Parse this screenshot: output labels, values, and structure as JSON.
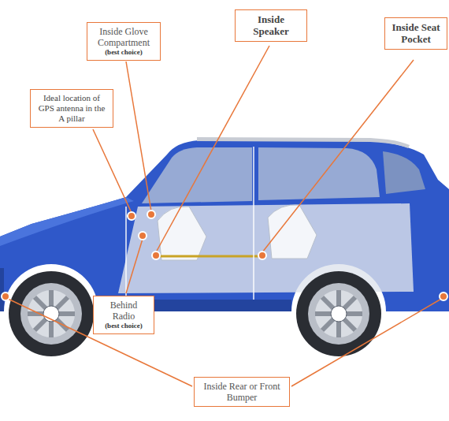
{
  "diagram": {
    "nodes": [
      {
        "text": [
          "Inside Glove Compartment",
          "(best choice)"
        ]
      },
      {
        "text": [
          "Ideal location of GPS antenna in the A pillar"
        ]
      },
      {
        "text": [
          "Inside Speaker"
        ]
      },
      {
        "text": [
          "Inside Seat Pocket"
        ]
      },
      {
        "text": [
          "Behind Radio",
          "(best choice)"
        ]
      },
      {
        "text": [
          "Inside Rear or Front Bumper"
        ]
      }
    ]
  }
}
